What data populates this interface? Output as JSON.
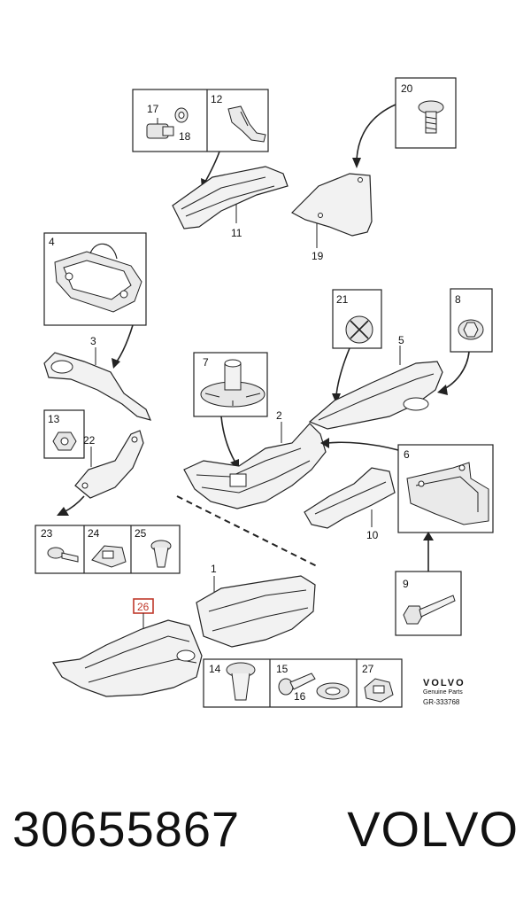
{
  "callouts": {
    "c1": "1",
    "c2": "2",
    "c3": "3",
    "c4": "4",
    "c5": "5",
    "c6": "6",
    "c7": "7",
    "c8": "8",
    "c9": "9",
    "c10": "10",
    "c11": "11",
    "c12": "12",
    "c13": "13",
    "c14": "14",
    "c15": "15",
    "c16": "16",
    "c17": "17",
    "c18": "18",
    "c19": "19",
    "c20": "20",
    "c21": "21",
    "c22": "22",
    "c23": "23",
    "c24": "24",
    "c25": "25",
    "c26": "26",
    "c27": "27"
  },
  "brand": {
    "logo_text": "VOLVO",
    "subtitle": "Genuine Parts",
    "ref": "GR-333768"
  },
  "listing": {
    "part_number": "30655867",
    "make": "VOLVO"
  },
  "colors": {
    "highlight": "#c0392b",
    "line": "#222222",
    "fill": "#f2f2f2"
  }
}
